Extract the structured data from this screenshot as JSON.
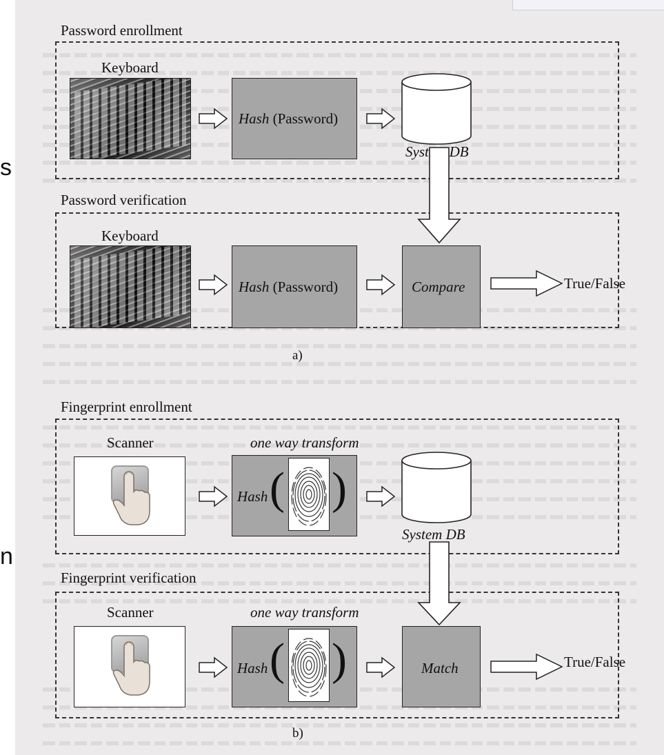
{
  "password": {
    "enrollment_title": "Password enrollment",
    "verification_title": "Password verification",
    "input_label": "Keyboard",
    "hash_label": "Hash",
    "hash_arg": "(Password)",
    "db_label": "System DB",
    "compare_label": "Compare",
    "result_label": "True/False",
    "caption": "a)"
  },
  "fingerprint": {
    "enrollment_title": "Fingerprint enrollment",
    "verification_title": "Fingerprint verification",
    "input_label": "Scanner",
    "transform_label": "one way transform",
    "hash_label": "Hash",
    "db_label": "System DB",
    "match_label": "Match",
    "result_label": "True/False",
    "caption": "b)"
  },
  "side_glyphs": [
    "s",
    "n"
  ],
  "colors": {
    "process_box": "#a6a6a6",
    "background_page": "#eceaea",
    "ink": "#111111"
  },
  "icons": {
    "keyboard": "keyboard-photo",
    "scanner": "finger-scanner-icon",
    "fingerprint": "fingerprint-icon",
    "database": "database-cylinder-icon",
    "arrow": "hollow-arrow-icon"
  }
}
